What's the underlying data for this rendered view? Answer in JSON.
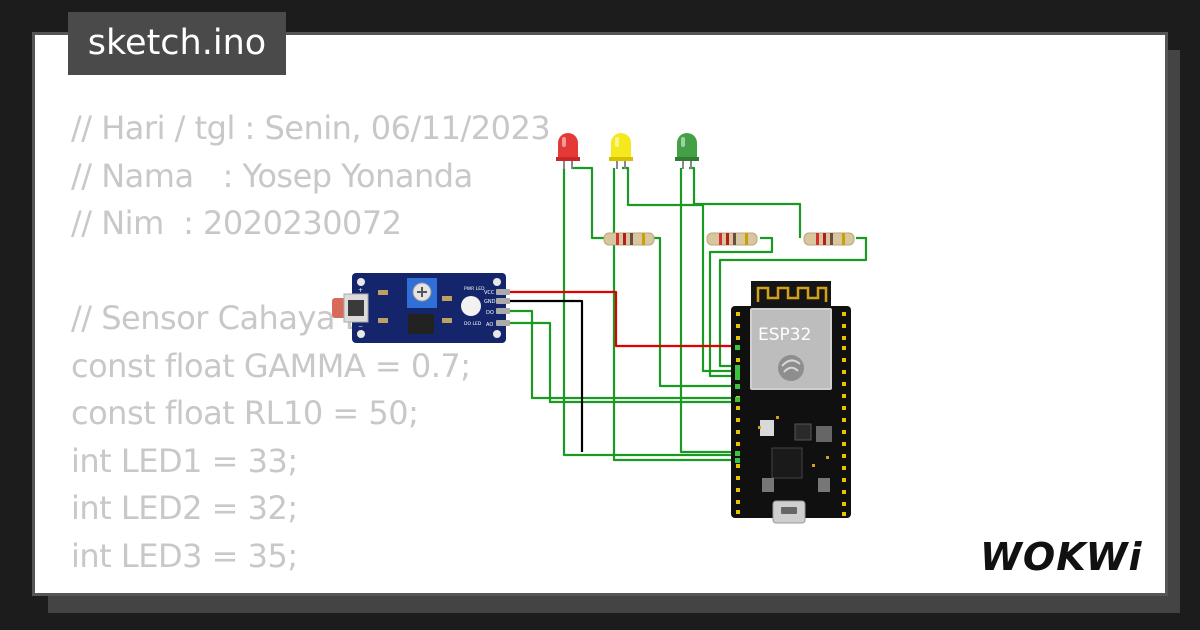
{
  "file_tab": {
    "label": "sketch.ino"
  },
  "code_lines": [
    "// Hari / tgl : Senin, 06/11/2023",
    "// Nama   : Yosep Yonanda",
    "// Nim  : 2020230072",
    "",
    "// Sensor Cahaya LDR",
    "const float GAMMA = 0.7;",
    "const float RL10 = 50;",
    "int LED1 = 33;",
    "int LED2 = 32;",
    "int LED3 = 35;"
  ],
  "board": {
    "label": "ESP32"
  },
  "sensor_module": {
    "pins": [
      "VCC",
      "GND",
      "DO",
      "AO"
    ],
    "pwr_led_label": "PWR LED",
    "do_led_label": "DO LED"
  },
  "leds": [
    {
      "color": "red",
      "hex": "#e53935"
    },
    {
      "color": "yellow",
      "hex": "#f5e81c"
    },
    {
      "color": "green",
      "hex": "#43a047"
    }
  ],
  "wire_colors": {
    "signal": "#1a9a22",
    "power": "#e00000",
    "ground": "#000000"
  },
  "brand": {
    "logo_text": "WOKWi",
    "icon": "wokwi-logo"
  }
}
